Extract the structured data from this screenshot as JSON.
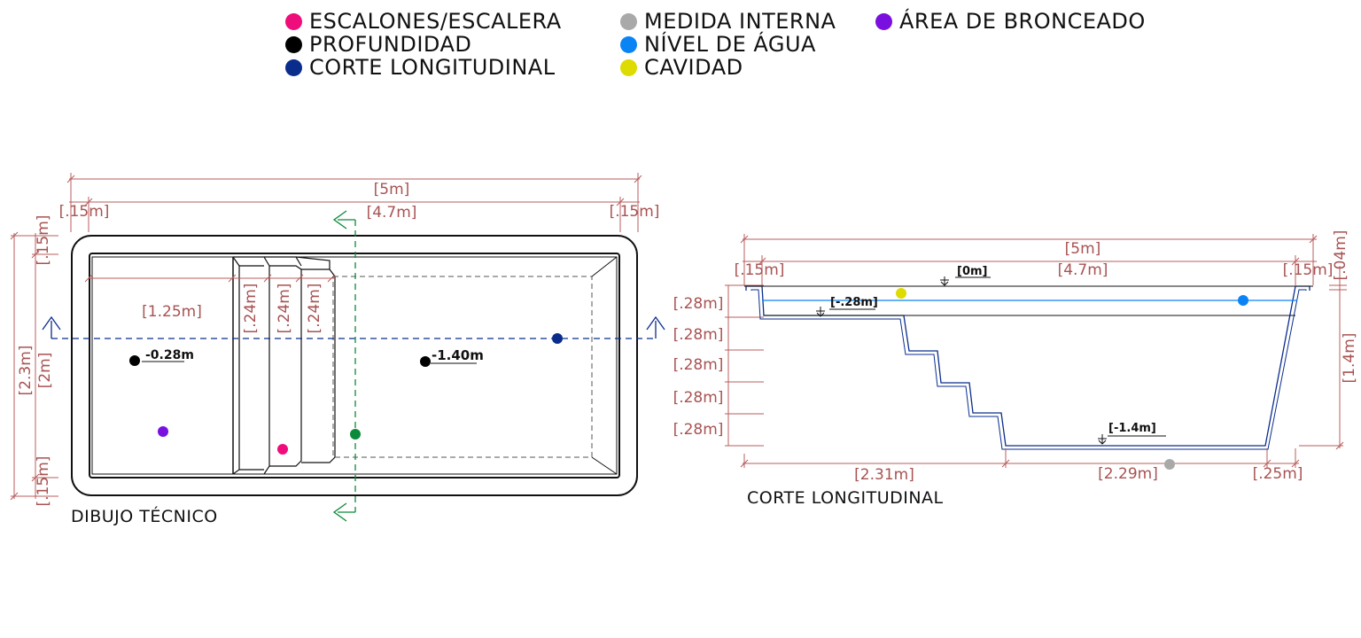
{
  "legend": {
    "items": [
      {
        "label": "ESCALONES/ESCALERA",
        "color": "#ef0d7b"
      },
      {
        "label": "PROFUNDIDAD",
        "color": "#000000"
      },
      {
        "label": "CORTE LONGITUDINAL",
        "color": "#0a2d8c"
      },
      {
        "label": "MEDIDA INTERNA",
        "color": "#a9a9a9"
      },
      {
        "label": "NÍVEL DE ÁGUA",
        "color": "#0a84f5"
      },
      {
        "label": "CAVIDAD",
        "color": "#dedb00"
      },
      {
        "label": "ÁREA DE BRONCEADO",
        "color": "#7a10e0"
      }
    ]
  },
  "plan": {
    "caption": "DIBUJO TÉCNICO",
    "dim_total_length": "[5m]",
    "dim_border_left": "[.15m]",
    "dim_inner_length": "[4.7m]",
    "dim_border_right": "[.15m]",
    "dim_border_top": "[.15m]",
    "dim_total_width": "[2.3m]",
    "dim_inner_width": "[2m]",
    "dim_border_bottom": "[.15m]",
    "dim_tanning_length": "[1.25m]",
    "dim_step_1": "[.24m]",
    "dim_step_2": "[.24m]",
    "dim_step_3": "[.24m]",
    "depth_shallow": "-0.28m",
    "depth_deep": "-1.40m"
  },
  "section": {
    "caption": "CORTE LONGITUDINAL",
    "dim_total_length": "[5m]",
    "dim_border_left": "[.15m]",
    "dim_inner_length": "[4.7m]",
    "dim_border_right": "[.15m]",
    "dim_lip": "[.04m]",
    "level_top": "[0m]",
    "level_tanning": "[-.28m]",
    "level_bottom": "[-1.4m]",
    "dim_rise_1": "[.28m]",
    "dim_rise_2": "[.28m]",
    "dim_rise_3": "[.28m]",
    "dim_rise_4": "[.28m]",
    "dim_rise_5": "[.28m]",
    "dim_depth": "[1.4m]",
    "dim_steps_run": "[2.31m]",
    "dim_floor_length": "[2.29m]",
    "dim_wall_run": "[.25m]"
  }
}
